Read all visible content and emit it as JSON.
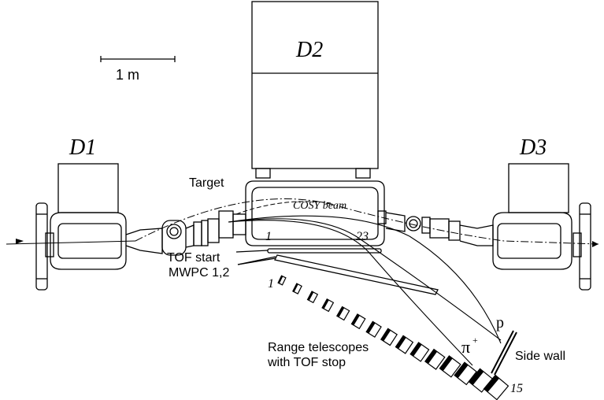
{
  "scale_bar": {
    "label": "1 m"
  },
  "magnets": {
    "d1": "D1",
    "d2": "D2",
    "d3": "D3"
  },
  "labels": {
    "target": "Target",
    "cosy_beam": "COSY beam",
    "tof_start": "TOF start",
    "mwpc": "MWPC 1,2",
    "range_telescopes_line1": "Range telescopes",
    "range_telescopes_line2": "with TOF stop",
    "side_wall": "Side wall",
    "pi_symbol": "π",
    "pi_charge": "+",
    "proton": "p",
    "tof_start_index_first": "1",
    "tof_start_index_last": "23",
    "telescope_index_first": "1",
    "telescope_index_last": "15"
  },
  "colors": {
    "line": "#000000",
    "background": "#ffffff"
  }
}
